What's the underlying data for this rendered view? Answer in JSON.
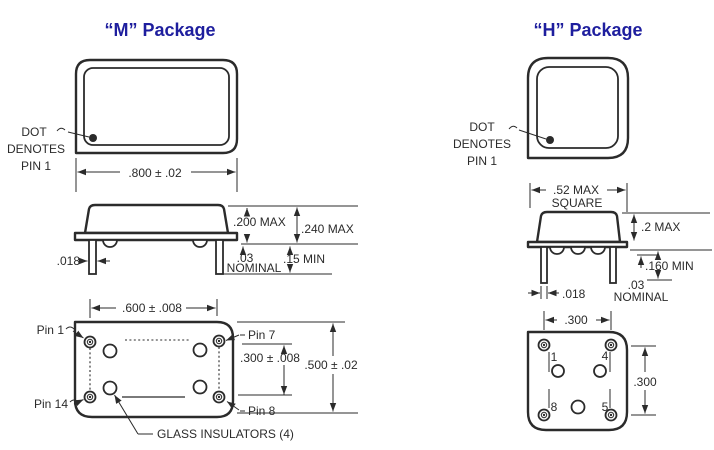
{
  "colors": {
    "line": "#2b2b2b",
    "title": "#1e1e9e",
    "bg": "#ffffff"
  },
  "m_package": {
    "title": "“M” Package",
    "dot_note": [
      "DOT",
      "DENOTES",
      "PIN 1"
    ],
    "dims": {
      "width": ".800 ± .02",
      "body_height": ".200 MAX",
      "overall_height": ".240 MAX",
      "standoff_value": ".03",
      "standoff_word": "NOMINAL",
      "pin_length": ".15 MIN",
      "pin_diameter": ".018",
      "pin_span": ".600 ± .008",
      "pin_row_span": ".300 ± .008",
      "body_width": ".500 ± .02"
    },
    "pins": {
      "pin1": "Pin 1",
      "pin7": "Pin 7",
      "pin14": "Pin 14",
      "pin8": "Pin 8"
    },
    "insulators_label": "GLASS INSULATORS (4)"
  },
  "h_package": {
    "title": "“H” Package",
    "dot_note": [
      "DOT",
      "DENOTES",
      "PIN 1"
    ],
    "dims": {
      "width_line1": ".52 MAX",
      "width_line2": "SQUARE",
      "body_height": ".2 MAX",
      "pin_length": ".160 MIN",
      "standoff_value": ".03",
      "standoff_word": "NOMINAL",
      "pin_diameter": ".018",
      "pin_span_x": ".300",
      "pin_span_y": ".300"
    },
    "pin_numbers": [
      "1",
      "4",
      "8",
      "5"
    ]
  }
}
